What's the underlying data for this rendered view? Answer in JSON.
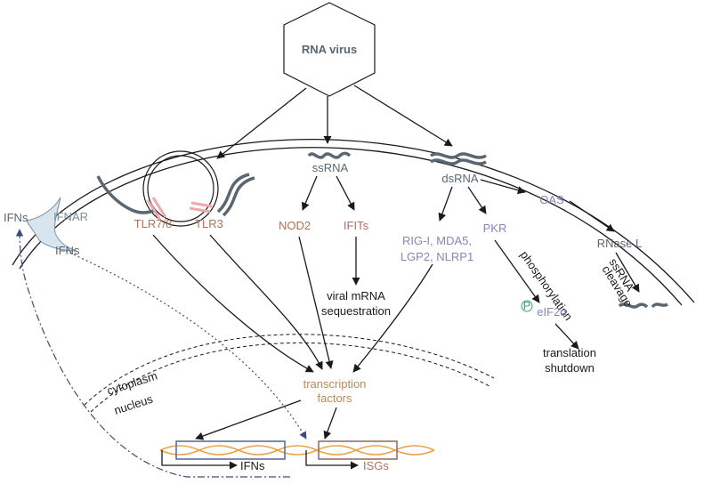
{
  "colors": {
    "black": "#1a1a1a",
    "gray_label": "#7a8fa0",
    "brown_label": "#a9745a",
    "purple_label": "#8a84b8",
    "tan_label": "#b98a55",
    "dark_gray": "#5b6770",
    "receptor_pink": "#f0a9a9",
    "dna_orange": "#e9a24b",
    "box_blue": "#5d6f9a",
    "box_brown": "#9a6e66",
    "dash_navy": "#3b4c7a"
  },
  "virus": {
    "label": "RNA virus"
  },
  "rna_species": {
    "ssrna": "ssRNA",
    "dsrna": "dsRNA"
  },
  "receptors": {
    "tlr78": "TLR7/8",
    "tlr3": "TLR3",
    "nod2": "NOD2",
    "ifits": "IFITs",
    "rlr_line1": "RIG-I, MDA5,",
    "rlr_line2": "LGP2, NLRP1",
    "pkr": "PKR",
    "oas": "OAS",
    "rnase_l": "RNase L"
  },
  "outcomes": {
    "viral_mrna_line1": "viral mRNA",
    "viral_mrna_line2": "sequestration",
    "phosphorylation": "phosphorylation",
    "p_badge": "P",
    "eif2a": "eIF2α",
    "translation_line1": "translation",
    "translation_line2": "shutdown",
    "ssrna_cleavage_line1": "ssRNA",
    "ssrna_cleavage_line2": "cleavage"
  },
  "ifn_receptor": {
    "ifnar": "IFNAR",
    "ifns_outside": "IFNs",
    "ifns_bound": "IFNs"
  },
  "compartments": {
    "cytoplasm": "cytoplasm",
    "nucleus": "nucleus"
  },
  "nuclear": {
    "tf_line1": "transcription",
    "tf_line2": "factors",
    "ifns_gene": "IFNs",
    "isgs_gene": "ISGs"
  }
}
